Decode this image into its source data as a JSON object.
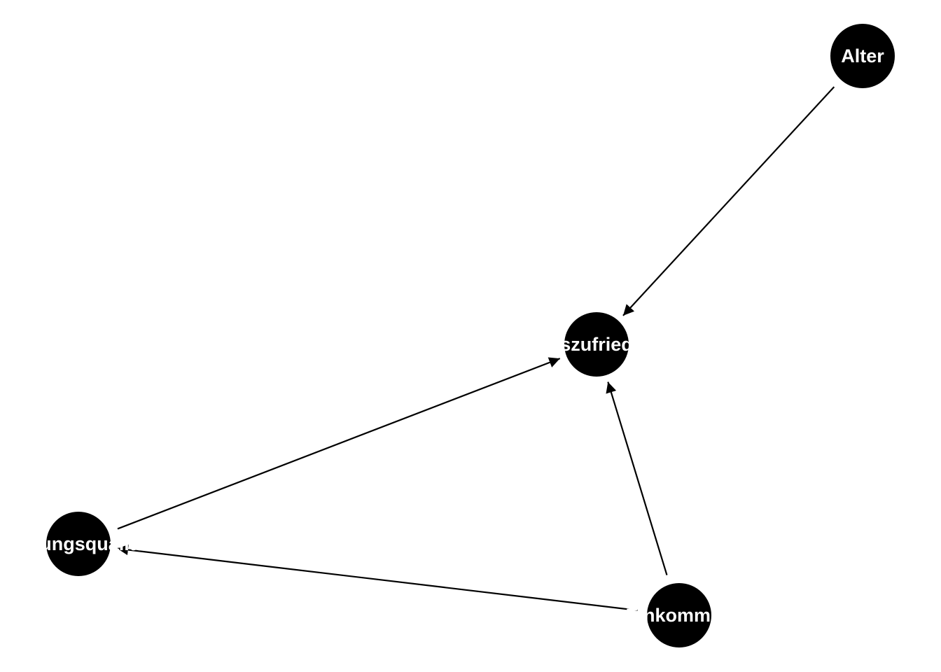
{
  "nodes": [
    {
      "id": "alter",
      "label": "Alter"
    },
    {
      "id": "leben",
      "label": "Lebenszufriedenheit"
    },
    {
      "id": "bildung",
      "label": "Bildungsqualität"
    },
    {
      "id": "einkommen",
      "label": "Einkommen"
    }
  ],
  "edges": [
    {
      "from": "alter",
      "to": "leben"
    },
    {
      "from": "bildung",
      "to": "leben"
    },
    {
      "from": "einkommen",
      "to": "leben"
    },
    {
      "from": "einkommen",
      "to": "bildung"
    }
  ],
  "colors": {
    "node": "#000000",
    "label": "#ffffff",
    "edge": "#000000",
    "background": "#ffffff"
  }
}
